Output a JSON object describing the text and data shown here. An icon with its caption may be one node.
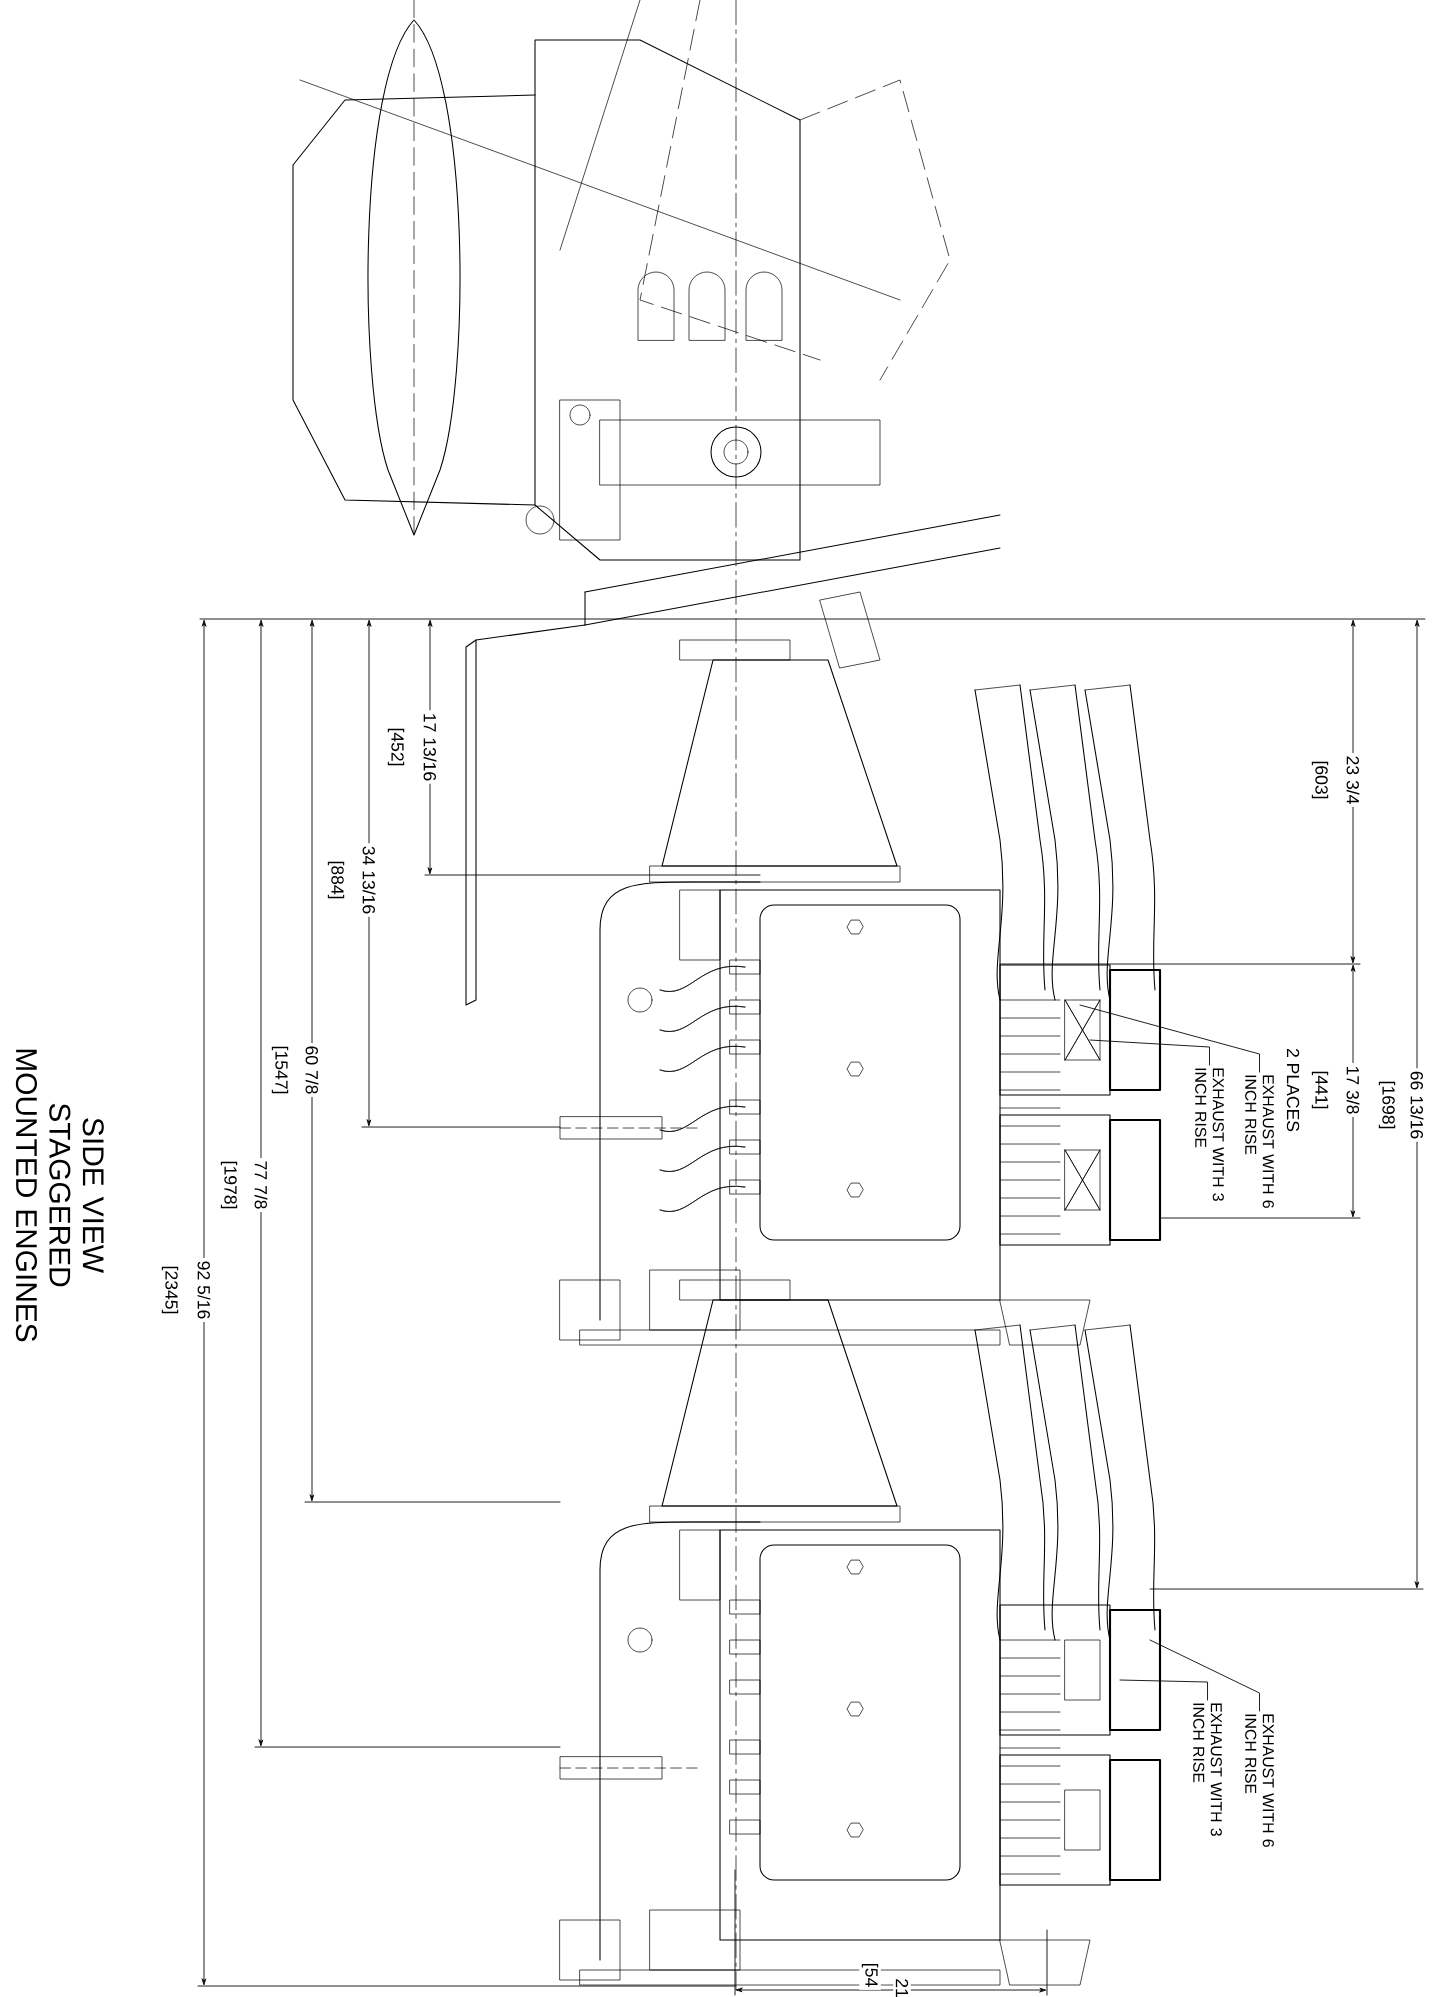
{
  "diagram": {
    "title": "SIDE VIEW STAGGERED MOUNTED ENGINES",
    "nodes": [
      {
        "text": [
          "EXHAUST WITH 6 INCH RISE"
        ]
      },
      {
        "text": [
          "EXHAUST WITH 3 INCH RISE"
        ]
      },
      {
        "text": [
          "EXHAUST WITH 6 INCH RISE"
        ]
      },
      {
        "text": [
          "EXHAUST WITH 3 INCH RISE"
        ]
      }
    ],
    "edges": [
      {
        "from": 0,
        "to": null,
        "arrow": "none"
      },
      {
        "from": 1,
        "to": null,
        "arrow": "none"
      },
      {
        "from": 2,
        "to": null,
        "arrow": "none"
      },
      {
        "from": 3,
        "to": null,
        "arrow": "none"
      }
    ],
    "labels": [
      "17 13/16",
      "[452]",
      "34 13/16",
      "[884]",
      "60 7/8",
      "[1547]",
      "77 7/8",
      "[1978]",
      "92 5/16",
      "[2345]",
      "23 3/4",
      "[603]",
      "17 3/8",
      "[441]",
      "2 PLACES",
      "66 13/16",
      "[1698]",
      "21",
      "[54"
    ]
  }
}
